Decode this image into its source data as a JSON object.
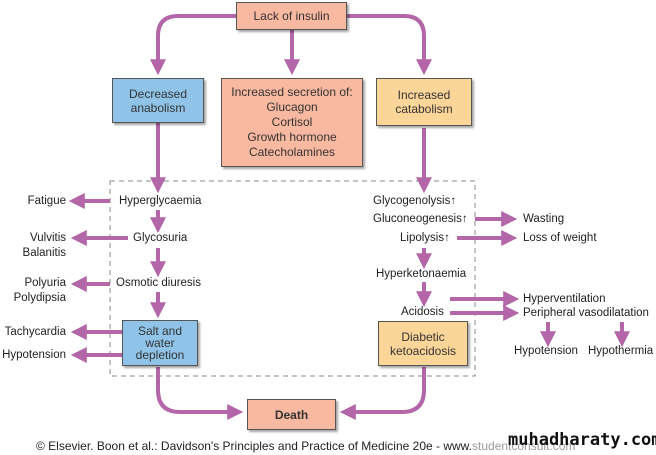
{
  "nodes": {
    "lack_of_insulin": "Lack of insulin",
    "decreased_anabolism": [
      "Decreased",
      "anabolism"
    ],
    "increased_secretion": [
      "Increased secretion of:",
      "Glucagon",
      "Cortisol",
      "Growth hormone",
      "Catecholamines"
    ],
    "increased_catabolism": [
      "Increased",
      "catabolism"
    ],
    "hyperglycaemia": "Hyperglycaemia",
    "glycosuria": "Glycosuria",
    "osmotic_diuresis": "Osmotic diuresis",
    "salt_water_depletion": [
      "Salt and",
      "water",
      "depletion"
    ],
    "glycogenolysis": "Glycogenolysis",
    "gluconeogenesis": "Gluconeogenesis",
    "lipolysis": "Lipolysis",
    "increase_marker": "↑",
    "hyperketonaemia": "Hyperketonaemia",
    "acidosis": "Acidosis",
    "diabetic_ketoacidosis": [
      "Diabetic",
      "ketoacidosis"
    ],
    "death": "Death"
  },
  "effects_left": {
    "fatigue": "Fatigue",
    "vulvitis": "Vulvitis",
    "balanitis": "Balanitis",
    "polyuria": "Polyuria",
    "polydipsia": "Polydipsia",
    "tachycardia": "Tachycardia",
    "hypotension": "Hypotension"
  },
  "effects_right": {
    "wasting": "Wasting",
    "loss_of_weight": "Loss of weight",
    "hyperventilation": "Hyperventilation",
    "peripheral_vasodilatation": "Peripheral vasodilatation",
    "hypotension": "Hypotension",
    "hypothermia": "Hypothermia"
  },
  "colors": {
    "arrow": "#b366a8",
    "salmon_box": "#f8b9a0",
    "blue_box": "#8fc3e8",
    "yellow_box": "#fcd598"
  },
  "footer": {
    "citation": "© Elsevier. Boon et al.: Davidson's Principles and Practice of Medicine 20e - www.",
    "site_faded": "studentconsult.com",
    "watermark": "muhadharaty.com"
  }
}
